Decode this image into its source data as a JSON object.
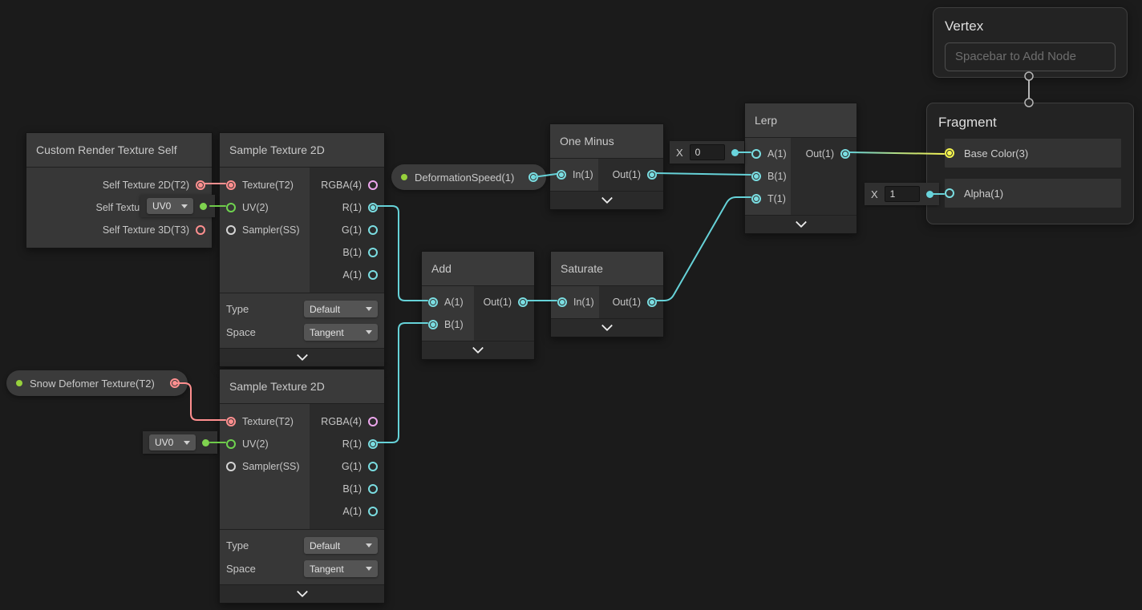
{
  "graph": {
    "background": "#1b1b1b",
    "port_colors": {
      "texture": "#ff8f8f",
      "uv_vector": "#6fd34f",
      "float": "#7adde1",
      "vector4": "#eda6ed",
      "vector3": "#f6f64e",
      "sampler": "#d4d4d4"
    },
    "edge_colors": {
      "float": "#66d2d8",
      "texture": "#ff8f8f",
      "uv": "#6fcb49",
      "vertex_link": "#b5b5b5",
      "base_color_gradient": [
        "#66d2d8",
        "#f2f255"
      ]
    }
  },
  "nodes": {
    "custom_rt": {
      "title": "Custom Render Texture Self",
      "outputs": [
        "Self Texture 2D(T2)",
        "Self Texture Cube(C)",
        "Self Texture 3D(T3)"
      ]
    },
    "sample1": {
      "title": "Sample Texture 2D",
      "inputs": [
        "Texture(T2)",
        "UV(2)",
        "Sampler(SS)"
      ],
      "outputs": [
        "RGBA(4)",
        "R(1)",
        "G(1)",
        "B(1)",
        "A(1)"
      ],
      "controls": [
        {
          "label": "Type",
          "value": "Default"
        },
        {
          "label": "Space",
          "value": "Tangent"
        }
      ]
    },
    "sample2": {
      "title": "Sample Texture 2D",
      "inputs": [
        "Texture(T2)",
        "UV(2)",
        "Sampler(SS)"
      ],
      "outputs": [
        "RGBA(4)",
        "R(1)",
        "G(1)",
        "B(1)",
        "A(1)"
      ],
      "controls": [
        {
          "label": "Type",
          "value": "Default"
        },
        {
          "label": "Space",
          "value": "Tangent"
        }
      ]
    },
    "one_minus": {
      "title": "One Minus",
      "inputs": [
        "In(1)"
      ],
      "outputs": [
        "Out(1)"
      ]
    },
    "add": {
      "title": "Add",
      "inputs": [
        "A(1)",
        "B(1)"
      ],
      "outputs": [
        "Out(1)"
      ]
    },
    "saturate": {
      "title": "Saturate",
      "inputs": [
        "In(1)"
      ],
      "outputs": [
        "Out(1)"
      ]
    },
    "lerp": {
      "title": "Lerp",
      "inputs": [
        "A(1)",
        "B(1)",
        "T(1)"
      ],
      "outputs": [
        "Out(1)"
      ]
    },
    "vertex": {
      "title": "Vertex",
      "placeholder": "Spacebar to Add Node"
    },
    "fragment": {
      "title": "Fragment",
      "inputs": [
        "Base Color(3)",
        "Alpha(1)"
      ]
    }
  },
  "properties": {
    "deformation_speed": {
      "label": "DeformationSpeed(1)"
    },
    "snow_deformer": {
      "label": "Snow Defomer Texture(T2)"
    }
  },
  "widgets": {
    "uv0_a": {
      "value": "UV0"
    },
    "uv0_b": {
      "value": "UV0"
    },
    "x0": {
      "label": "X",
      "value": "0"
    },
    "x1": {
      "label": "X",
      "value": "1"
    }
  },
  "edges": [
    {
      "from": "Custom Render Texture Self / Self Texture 2D(T2)",
      "to": "Sample Texture 2D (top) / Texture(T2)"
    },
    {
      "from": "UV0 widget (top)",
      "to": "Sample Texture 2D (top) / UV(2)"
    },
    {
      "from": "Snow Defomer Texture(T2)",
      "to": "Sample Texture 2D (bottom) / Texture(T2)"
    },
    {
      "from": "UV0 widget (bottom)",
      "to": "Sample Texture 2D (bottom) / UV(2)"
    },
    {
      "from": "Sample Texture 2D (top) / R(1)",
      "to": "Add / A(1)"
    },
    {
      "from": "Sample Texture 2D (bottom) / R(1)",
      "to": "Add / B(1)"
    },
    {
      "from": "DeformationSpeed(1)",
      "to": "One Minus / In(1)"
    },
    {
      "from": "One Minus / Out(1)",
      "to": "Lerp / B(1)"
    },
    {
      "from": "Add / Out(1)",
      "to": "Saturate / In(1)"
    },
    {
      "from": "Saturate / Out(1)",
      "to": "Lerp / T(1)"
    },
    {
      "from": "X 0 widget",
      "to": "Lerp / A(1)"
    },
    {
      "from": "Lerp / Out(1)",
      "to": "Fragment / Base Color(3)"
    },
    {
      "from": "X 1 widget",
      "to": "Fragment / Alpha(1)"
    },
    {
      "from": "Vertex",
      "to": "Fragment"
    }
  ]
}
